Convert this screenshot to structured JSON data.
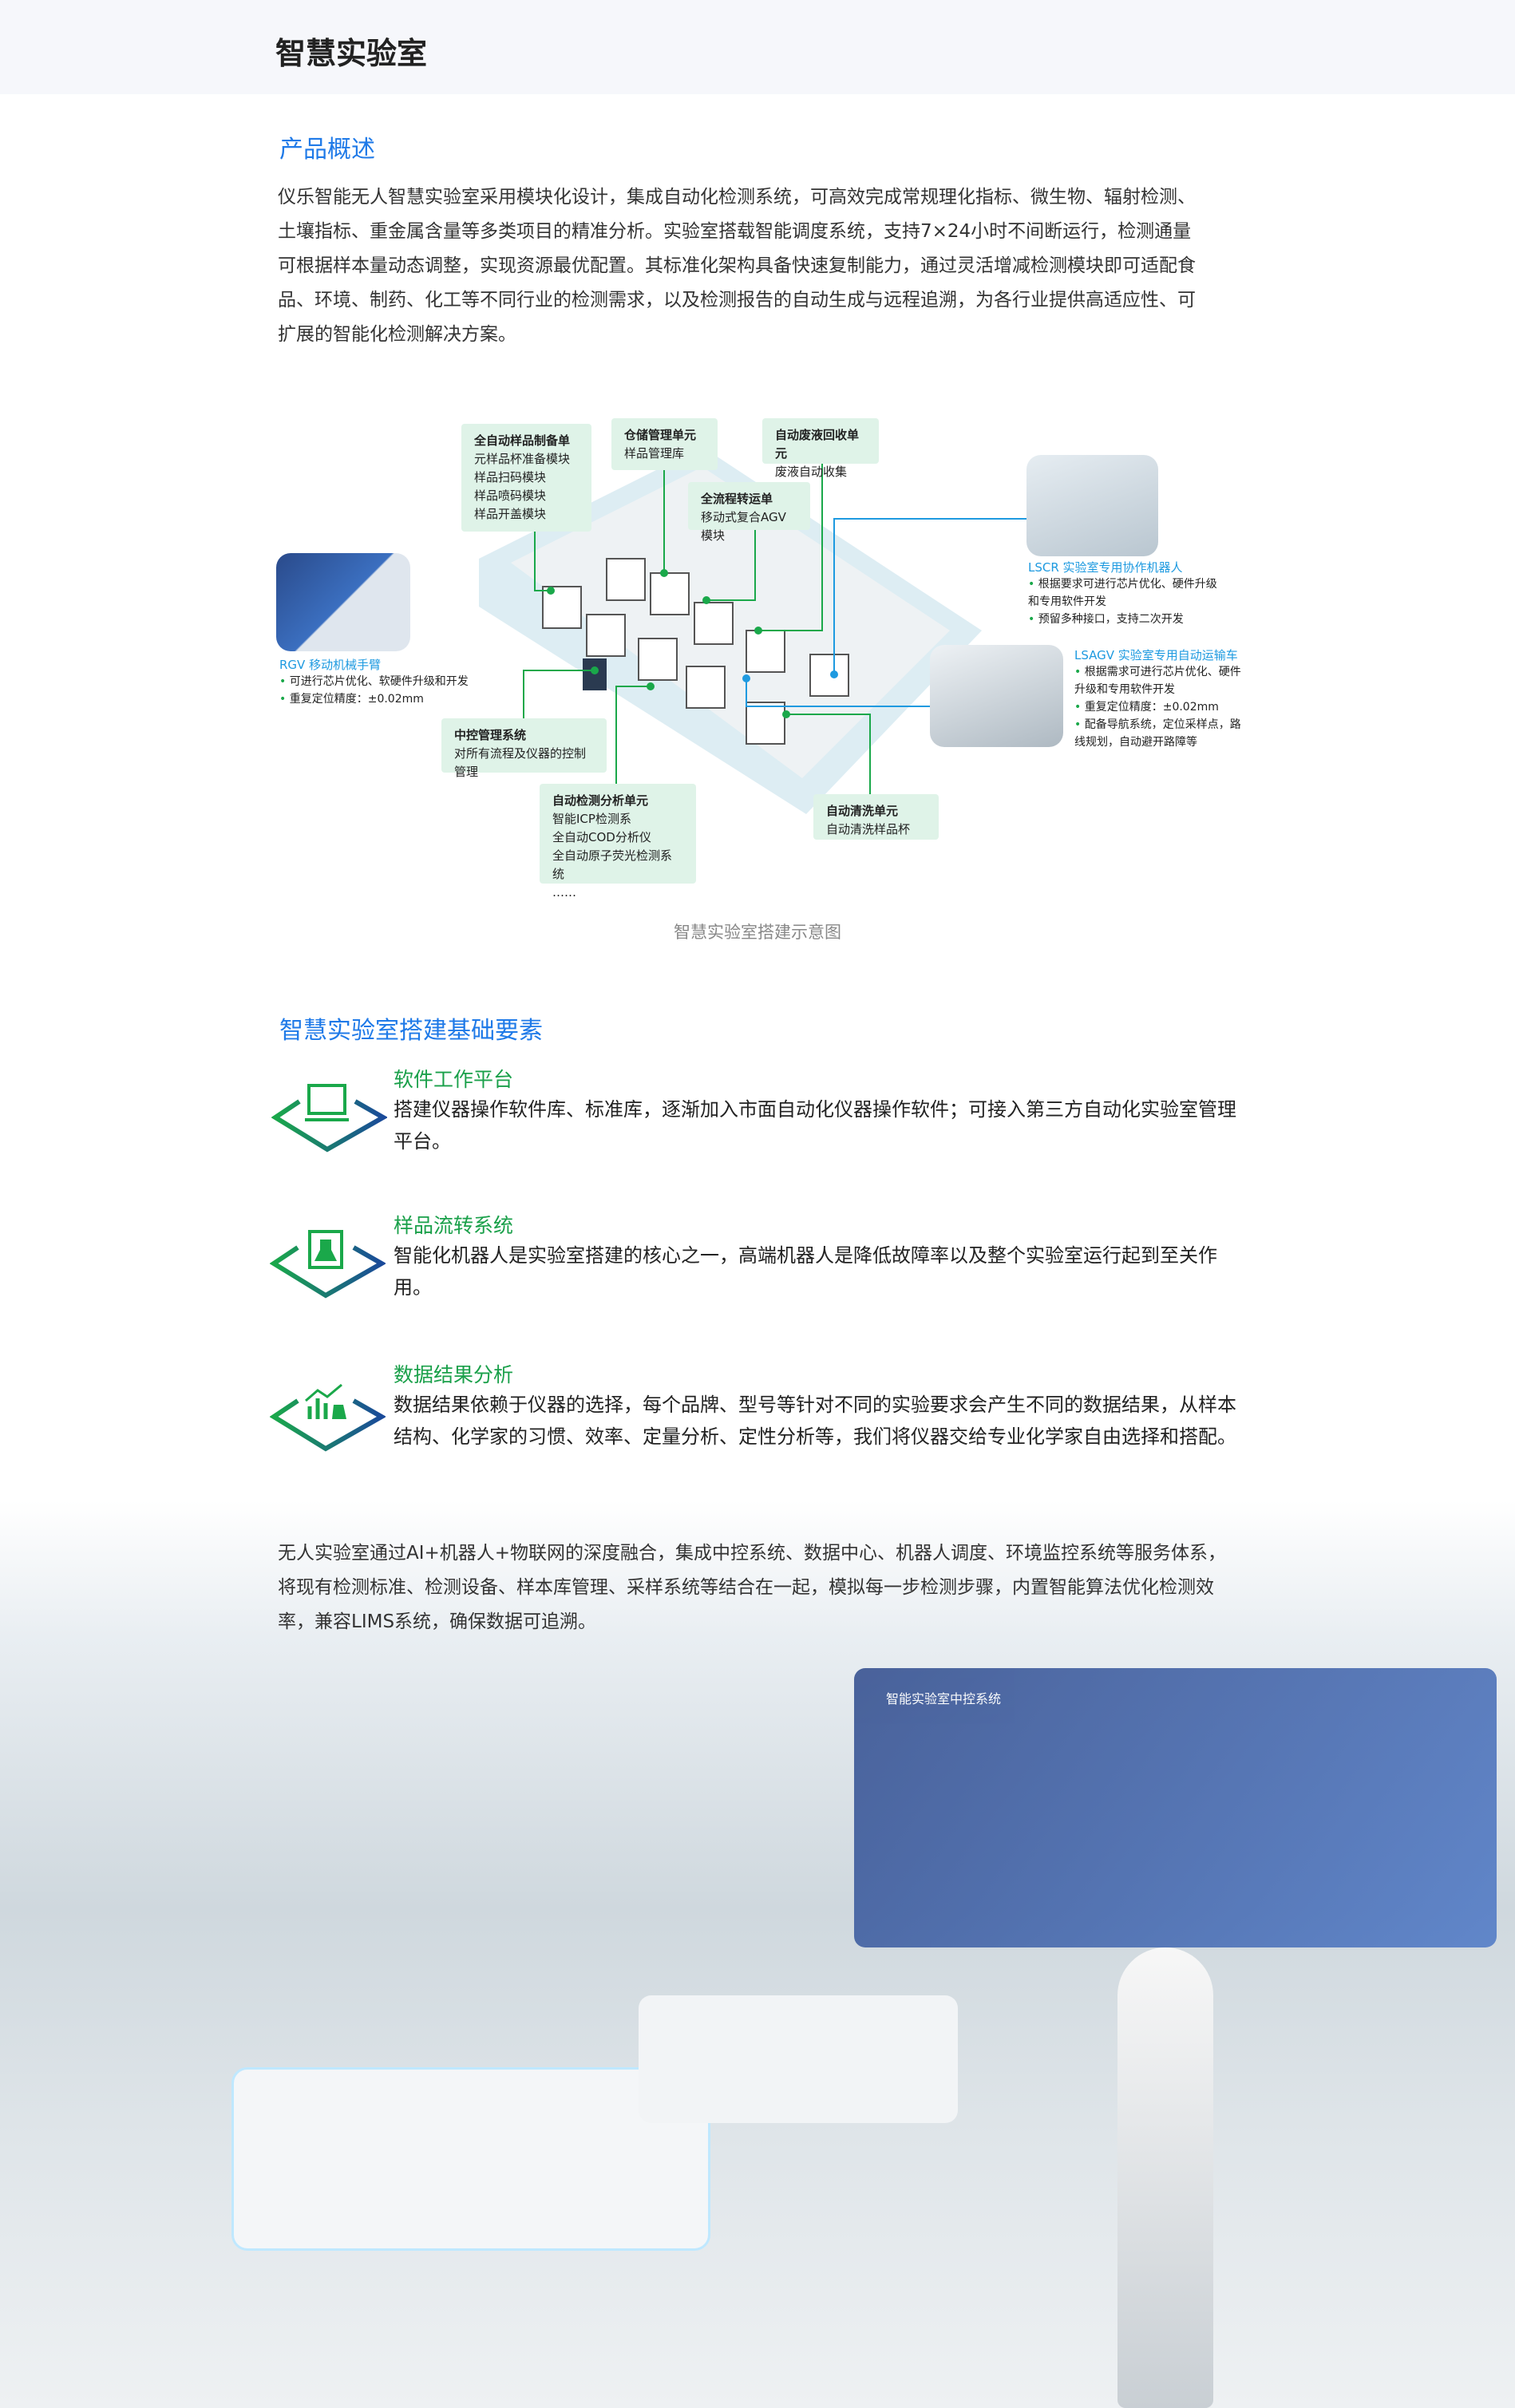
{
  "header": {
    "title": "智慧实验室"
  },
  "overview": {
    "heading": "产品概述",
    "lines": [
      "仪乐智能无人智慧实验室采用模块化设计，集成自动化检测系统，可高效完成常规理化指标、微生物、辐射检测、",
      "土壤指标、重金属含量等多类项目的精准分析。实验室搭载智能调度系统，支持7×24小时不间断运行，检测通量",
      "可根据样本量动态调整，实现资源最优配置。其标准化架构具备快速复制能力，通过灵活增减检测模块即可适配食",
      "品、环境、制药、化工等不同行业的检测需求，以及检测报告的自动生成与远程追溯，为各行业提供高适应性、可",
      "扩展的智能化检测解决方案。"
    ]
  },
  "diagram": {
    "caption": "智慧实验室搭建示意图",
    "boxes": [
      {
        "title": "全自动样品制备单",
        "lines": [
          "元样品杯准备模块",
          "样品扫码模块",
          "样品喷码模块",
          "样品开盖模块"
        ]
      },
      {
        "title": "仓储管理单元",
        "lines": [
          "样品管理库"
        ]
      },
      {
        "title": "自动废液回收单元",
        "lines": [
          "废液自动收集"
        ]
      },
      {
        "title": "全流程转运单",
        "lines": [
          "移动式复合AGV模块"
        ]
      },
      {
        "title": "中控管理系统",
        "lines": [
          "对所有流程及仪器的控制管理"
        ]
      },
      {
        "title": "自动检测分析单元",
        "lines": [
          "智能ICP检测系",
          "全自动COD分析仪",
          "全自动原子荧光检测系统",
          "……"
        ]
      },
      {
        "title": "自动清洗单元",
        "lines": [
          "自动清洗样品杯"
        ]
      }
    ],
    "rgv": {
      "title": "RGV 移动机械手臂",
      "lines": [
        "可进行芯片优化、软硬件升级和开发",
        "重复定位精度：±0.02mm"
      ]
    },
    "lscr": {
      "title": "LSCR 实验室专用协作机器人",
      "lines": [
        "根据要求可进行芯片优化、硬件升级和专用软件开发",
        "预留多种接口，支持二次开发"
      ]
    },
    "lsagv": {
      "title": "LSAGV 实验室专用自动运输车",
      "lines": [
        "根据需求可进行芯片优化、硬件升级和专用软件开发",
        "重复定位精度：±0.02mm",
        "配备导航系统，定位采样点，路线规划，自动避开路障等"
      ]
    }
  },
  "elements": {
    "heading": "智慧实验室搭建基础要素",
    "items": [
      {
        "title": "软件工作平台",
        "desc": "搭建仪器操作软件库、标准库，逐渐加入市面自动化仪器操作软件；可接入第三方自动化实验室管理平台。",
        "icon": "laptop-icon"
      },
      {
        "title": "样品流转系统",
        "desc": "智能化机器人是实验室搭建的核心之一，高端机器人是降低故障率以及整个实验室运行起到至关作用。",
        "icon": "flask-icon"
      },
      {
        "title": "数据结果分析",
        "desc": "数据结果依赖于仪器的选择，每个品牌、型号等针对不同的实验要求会产生不同的数据结果，从样本结构、化学家的习惯、效率、定量分析、定性分析等，我们将仪器交给专业化学家自由选择和搭配。",
        "icon": "chart-icon"
      }
    ]
  },
  "closing": {
    "text": "无人实验室通过AI+机器人+物联网的深度融合，集成中控系统、数据中心、机器人调度、环境监控系统等服务体系，将现有检测标准、检测设备、样本库管理、采样系统等结合在一起，模拟每一步检测步骤，内置智能算法优化检测效率，兼容LIMS系统，确保数据可追溯。"
  },
  "screen": {
    "title": "智能实验室中控系统"
  },
  "colors": {
    "blue": "#1f7ae8",
    "green": "#1aa04a",
    "box": "#dff3e8"
  }
}
